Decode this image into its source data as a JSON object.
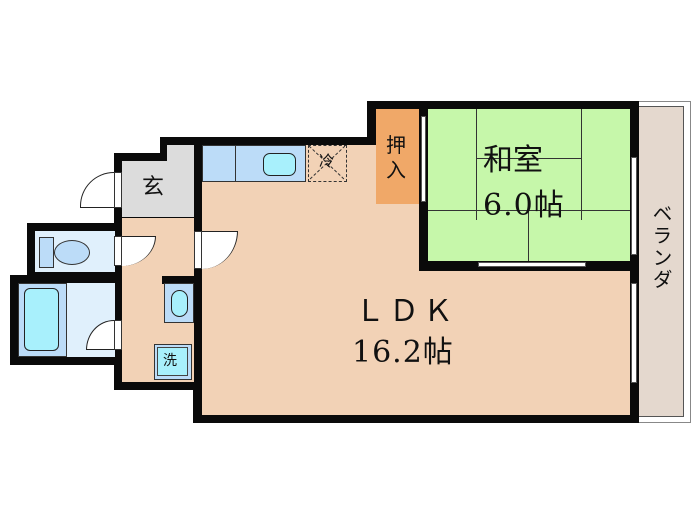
{
  "floor_plan": {
    "rooms": {
      "ldk": {
        "name": "ＬＤＫ",
        "size": "16.2帖"
      },
      "washitsu": {
        "name": "和室",
        "size": "6.0帖"
      },
      "oshiire": {
        "name_line1": "押",
        "name_line2": "入"
      },
      "genkan": {
        "name": "玄"
      },
      "balcony": {
        "name": "ベランダ"
      }
    },
    "fixtures": {
      "refrigerator": {
        "label": "冷"
      },
      "washer": {
        "label": "洗"
      }
    },
    "colors": {
      "ldk": "#f2d2b6",
      "washitsu": "#c6f7aa",
      "oshiire": "#f0a868",
      "genkan": "#dcdcdc",
      "wet_area": "#e0f0fc",
      "fixture": "#bcdcf8",
      "balcony": "#e4d8ce",
      "wall": "#0a0a0a"
    }
  }
}
